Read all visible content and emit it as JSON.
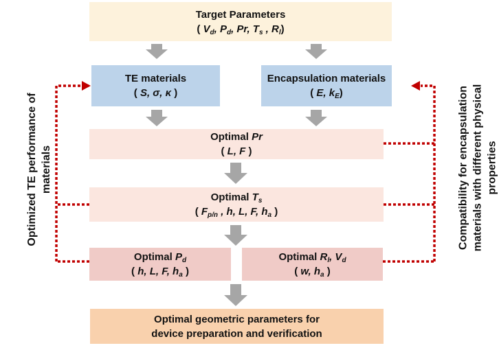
{
  "colors": {
    "target": "#fdf2dc",
    "te": "#bcd3ea",
    "encapsulation": "#bcd3ea",
    "optimal_pr": "#fbe6df",
    "optimal_ts": "#fbe6df",
    "optimal_pd": "#f0cbc7",
    "optimal_rl": "#f0cbc7",
    "final": "#f9d1ad",
    "arrow": "#a6a6a6",
    "dotted": "#c00000"
  },
  "boxes": {
    "target": {
      "title": "Target Parameters"
    },
    "te": {
      "title": "TE materials"
    },
    "encapsulation": {
      "title": "Encapsulation materials"
    },
    "pr": {
      "title": "Optimal"
    },
    "ts": {
      "title": "Optimal"
    },
    "pd": {
      "title": "Optimal"
    },
    "rl": {
      "title": "Optimal"
    },
    "final": {
      "line1": "Optimal geometric parameters for",
      "line2": "device preparation and verification"
    }
  },
  "side_labels": {
    "left_line1": "Optimized TE performance of",
    "left_line2": "materials",
    "right_line1": "Compatibility for encapsulation",
    "right_line2": "materials with different physical",
    "right_line3": "properties"
  }
}
